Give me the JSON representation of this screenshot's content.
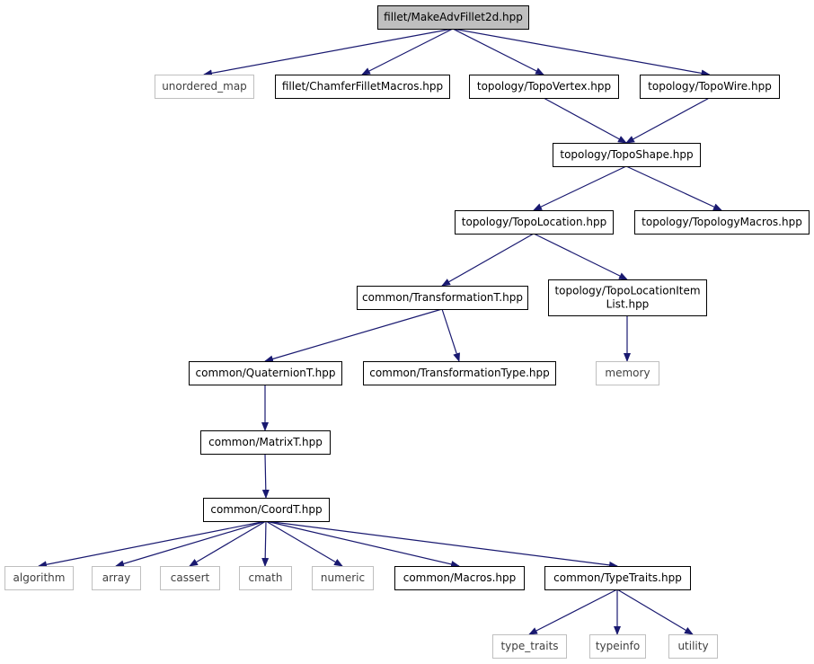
{
  "colors": {
    "edge": "#191970",
    "root_fill": "#bfbfbf",
    "box_stroke": "#000000",
    "external_stroke": "#bfbfbf",
    "external_text": "#404040",
    "text": "#000000"
  },
  "nodes": [
    {
      "id": "makeadvfillet2d",
      "lines": [
        "fillet/MakeAdvFillet2d.hpp"
      ],
      "kind": "root"
    },
    {
      "id": "unordered_map",
      "lines": [
        "unordered_map"
      ],
      "kind": "external"
    },
    {
      "id": "chamferfilletmacros",
      "lines": [
        "fillet/ChamferFilletMacros.hpp"
      ],
      "kind": "file"
    },
    {
      "id": "topovertex",
      "lines": [
        "topology/TopoVertex.hpp"
      ],
      "kind": "file"
    },
    {
      "id": "topowire",
      "lines": [
        "topology/TopoWire.hpp"
      ],
      "kind": "file"
    },
    {
      "id": "toposhape",
      "lines": [
        "topology/TopoShape.hpp"
      ],
      "kind": "file"
    },
    {
      "id": "topolocation",
      "lines": [
        "topology/TopoLocation.hpp"
      ],
      "kind": "file"
    },
    {
      "id": "topologymacros",
      "lines": [
        "topology/TopologyMacros.hpp"
      ],
      "kind": "file"
    },
    {
      "id": "transformationt",
      "lines": [
        "common/TransformationT.hpp"
      ],
      "kind": "file"
    },
    {
      "id": "topolocationitemlist",
      "lines": [
        "topology/TopoLocationItem",
        "List.hpp"
      ],
      "kind": "file"
    },
    {
      "id": "quaterniont",
      "lines": [
        "common/QuaternionT.hpp"
      ],
      "kind": "file"
    },
    {
      "id": "transformationtype",
      "lines": [
        "common/TransformationType.hpp"
      ],
      "kind": "file"
    },
    {
      "id": "memory",
      "lines": [
        "memory"
      ],
      "kind": "external"
    },
    {
      "id": "matrixt",
      "lines": [
        "common/MatrixT.hpp"
      ],
      "kind": "file"
    },
    {
      "id": "coordt",
      "lines": [
        "common/CoordT.hpp"
      ],
      "kind": "file"
    },
    {
      "id": "algorithm",
      "lines": [
        "algorithm"
      ],
      "kind": "external"
    },
    {
      "id": "array",
      "lines": [
        "array"
      ],
      "kind": "external"
    },
    {
      "id": "cassert",
      "lines": [
        "cassert"
      ],
      "kind": "external"
    },
    {
      "id": "cmath",
      "lines": [
        "cmath"
      ],
      "kind": "external"
    },
    {
      "id": "numeric",
      "lines": [
        "numeric"
      ],
      "kind": "external"
    },
    {
      "id": "macros",
      "lines": [
        "common/Macros.hpp"
      ],
      "kind": "file"
    },
    {
      "id": "typetraits",
      "lines": [
        "common/TypeTraits.hpp"
      ],
      "kind": "file"
    },
    {
      "id": "type_traits",
      "lines": [
        "type_traits"
      ],
      "kind": "external"
    },
    {
      "id": "typeinfo",
      "lines": [
        "typeinfo"
      ],
      "kind": "external"
    },
    {
      "id": "utility",
      "lines": [
        "utility"
      ],
      "kind": "external"
    }
  ],
  "edges": [
    [
      "makeadvfillet2d",
      "unordered_map"
    ],
    [
      "makeadvfillet2d",
      "chamferfilletmacros"
    ],
    [
      "makeadvfillet2d",
      "topovertex"
    ],
    [
      "makeadvfillet2d",
      "topowire"
    ],
    [
      "topovertex",
      "toposhape"
    ],
    [
      "topowire",
      "toposhape"
    ],
    [
      "toposhape",
      "topolocation"
    ],
    [
      "toposhape",
      "topologymacros"
    ],
    [
      "topolocation",
      "transformationt"
    ],
    [
      "topolocation",
      "topolocationitemlist"
    ],
    [
      "transformationt",
      "quaterniont"
    ],
    [
      "transformationt",
      "transformationtype"
    ],
    [
      "topolocationitemlist",
      "memory"
    ],
    [
      "quaterniont",
      "matrixt"
    ],
    [
      "matrixt",
      "coordt"
    ],
    [
      "coordt",
      "algorithm"
    ],
    [
      "coordt",
      "array"
    ],
    [
      "coordt",
      "cassert"
    ],
    [
      "coordt",
      "cmath"
    ],
    [
      "coordt",
      "numeric"
    ],
    [
      "coordt",
      "macros"
    ],
    [
      "coordt",
      "typetraits"
    ],
    [
      "typetraits",
      "type_traits"
    ],
    [
      "typetraits",
      "typeinfo"
    ],
    [
      "typetraits",
      "utility"
    ]
  ]
}
